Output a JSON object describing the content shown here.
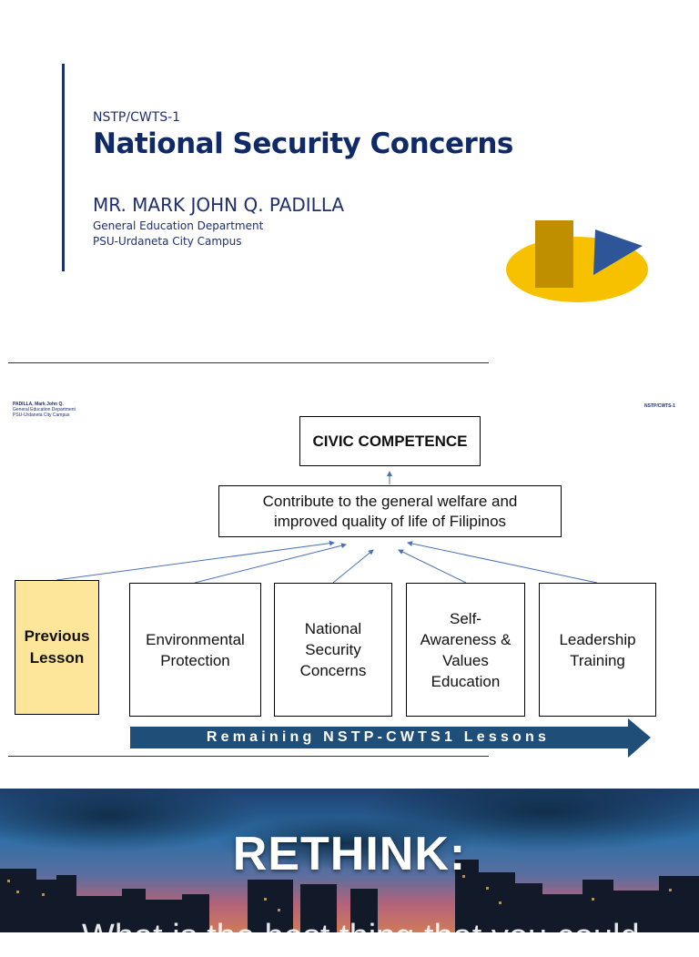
{
  "slide1": {
    "course": "NSTP/CWTS-1",
    "title": "National Security Concerns",
    "author": "MR. MARK JOHN Q. PADILLA",
    "department": "General Education Department",
    "campus": "PSU-Urdaneta City Campus",
    "logo_icon": "shapes-logo-icon",
    "colors": {
      "navy": "#0f2a66",
      "gold": "#f7c100",
      "olive": "#bf8f00",
      "blue": "#2e5597"
    }
  },
  "slide2": {
    "header_author": "PADILLA, Mark John Q.",
    "header_department": "General Education Department",
    "header_campus": "PSU-Urdaneta City Campus",
    "header_course": "NSTP/CWTS-1",
    "top_box": "CIVIC COMPETENCE",
    "goal_box_line1": "Contribute to the general welfare and",
    "goal_box_line2": "improved quality of life of Filipinos",
    "previous": {
      "line1": "Previous",
      "line2": "Lesson"
    },
    "lessons": [
      {
        "lines": [
          "Environmental",
          "Protection"
        ]
      },
      {
        "lines": [
          "National",
          "Security",
          "Concerns"
        ]
      },
      {
        "lines": [
          "Self-",
          "Awareness &",
          "Values",
          "Education"
        ]
      },
      {
        "lines": [
          "Leadership",
          "Training"
        ]
      }
    ],
    "arrow_label": "Remaining NSTP-CWTS1 Lessons",
    "colors": {
      "prev_fill": "#fde59a",
      "arrow": "#1f4e79",
      "connector": "#4a72b8"
    }
  },
  "slide3": {
    "heading": "RETHINK:",
    "subtext": "What is the best thing that you could"
  }
}
